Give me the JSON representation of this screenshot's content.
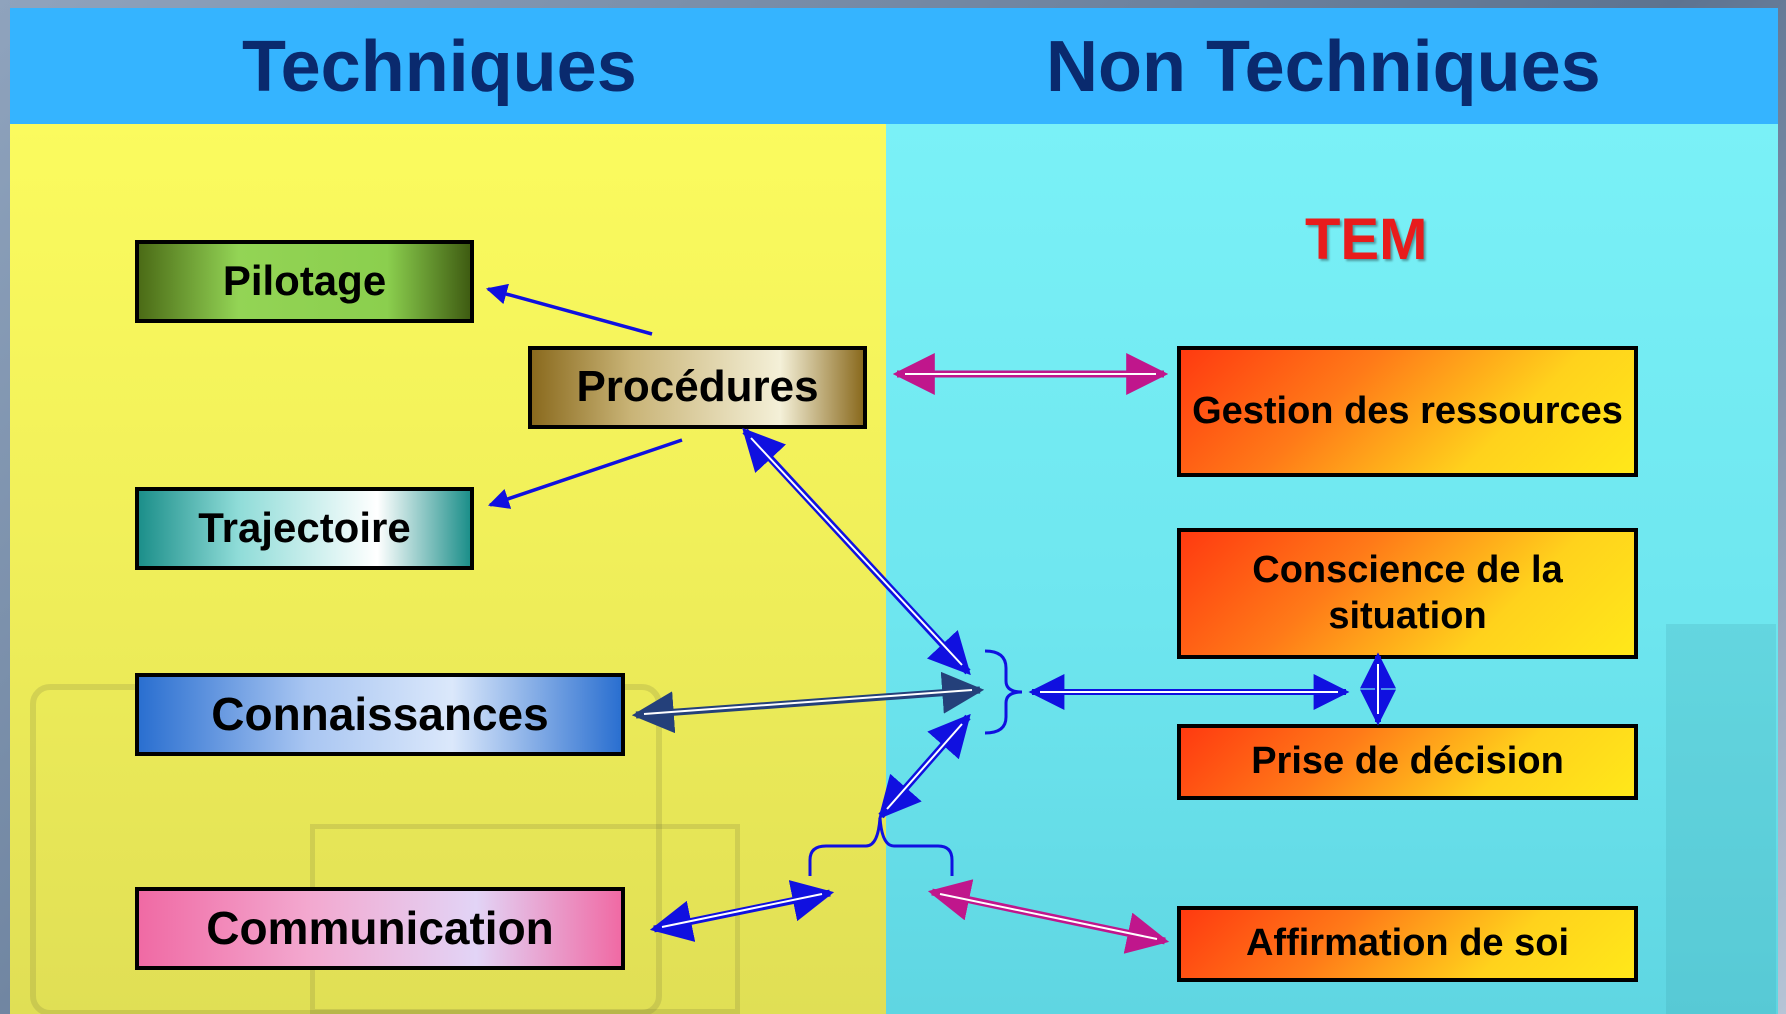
{
  "header": {
    "left_title": "Techniques",
    "right_title": "Non Techniques"
  },
  "tem_label": "TEM",
  "technical_skills": {
    "pilotage": "Pilotage",
    "procedures": "Procédures",
    "trajectoire": "Trajectoire",
    "connaissances": "Connaissances",
    "communication": "Communication"
  },
  "non_technical_skills": {
    "gestion": "Gestion des ressources",
    "conscience": "Conscience de la situation",
    "decision": "Prise de décision",
    "affirmation": "Affirmation de soi"
  },
  "colors": {
    "header": "#35b4ff",
    "title_text": "#0a2a6e",
    "left_panel": "#f1f05a",
    "right_panel": "#6ee6ef",
    "arrow_blue": "#1010e0",
    "arrow_magenta": "#c0168c",
    "tem": "#e81c1c"
  }
}
